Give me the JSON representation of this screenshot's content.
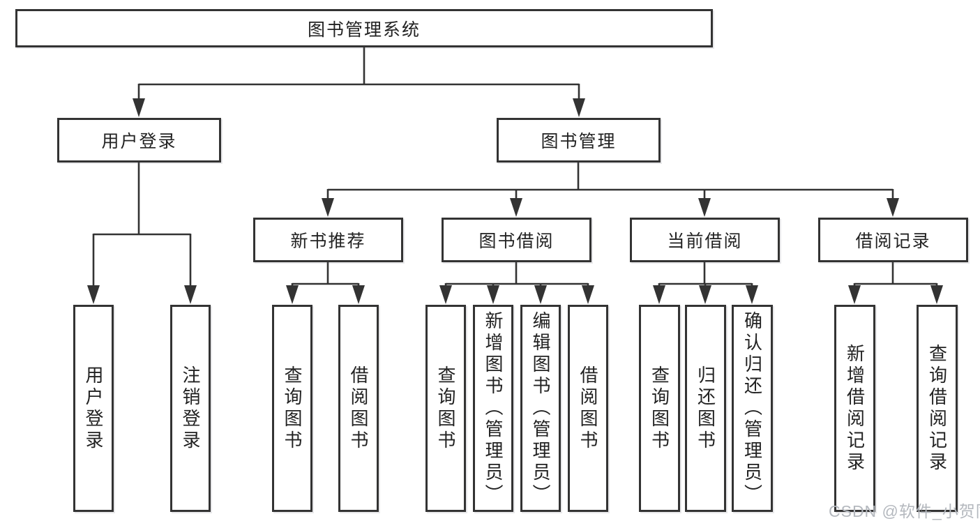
{
  "colors": {
    "line": "#333333",
    "box_border": "#333333",
    "text": "#222222",
    "background": "#ffffff",
    "watermark": "#b4b8be"
  },
  "diagram": {
    "type": "tree",
    "nodes": {
      "root": {
        "label": "图书管理系统"
      },
      "user_login": {
        "label": "用户登录",
        "children": [
          "用户登录",
          "注销登录"
        ]
      },
      "book_management": {
        "label": "图书管理"
      },
      "new_book_recommend": {
        "label": "新书推荐",
        "children": [
          "查询图书",
          "借阅图书"
        ]
      },
      "book_borrowing": {
        "label": "图书借阅",
        "children": [
          "查询图书",
          "新增图书（管理员）",
          "编辑图书（管理员）",
          "借阅图书"
        ]
      },
      "current_borrowing": {
        "label": "当前借阅",
        "children": [
          "查询图书",
          "归还图书",
          "确认归还（管理员）"
        ]
      },
      "borrowing_records": {
        "label": "借阅记录",
        "children": [
          "新增借阅记录",
          "查询借阅记录"
        ]
      }
    }
  },
  "watermark": "CSDN @软件_小贺同学"
}
